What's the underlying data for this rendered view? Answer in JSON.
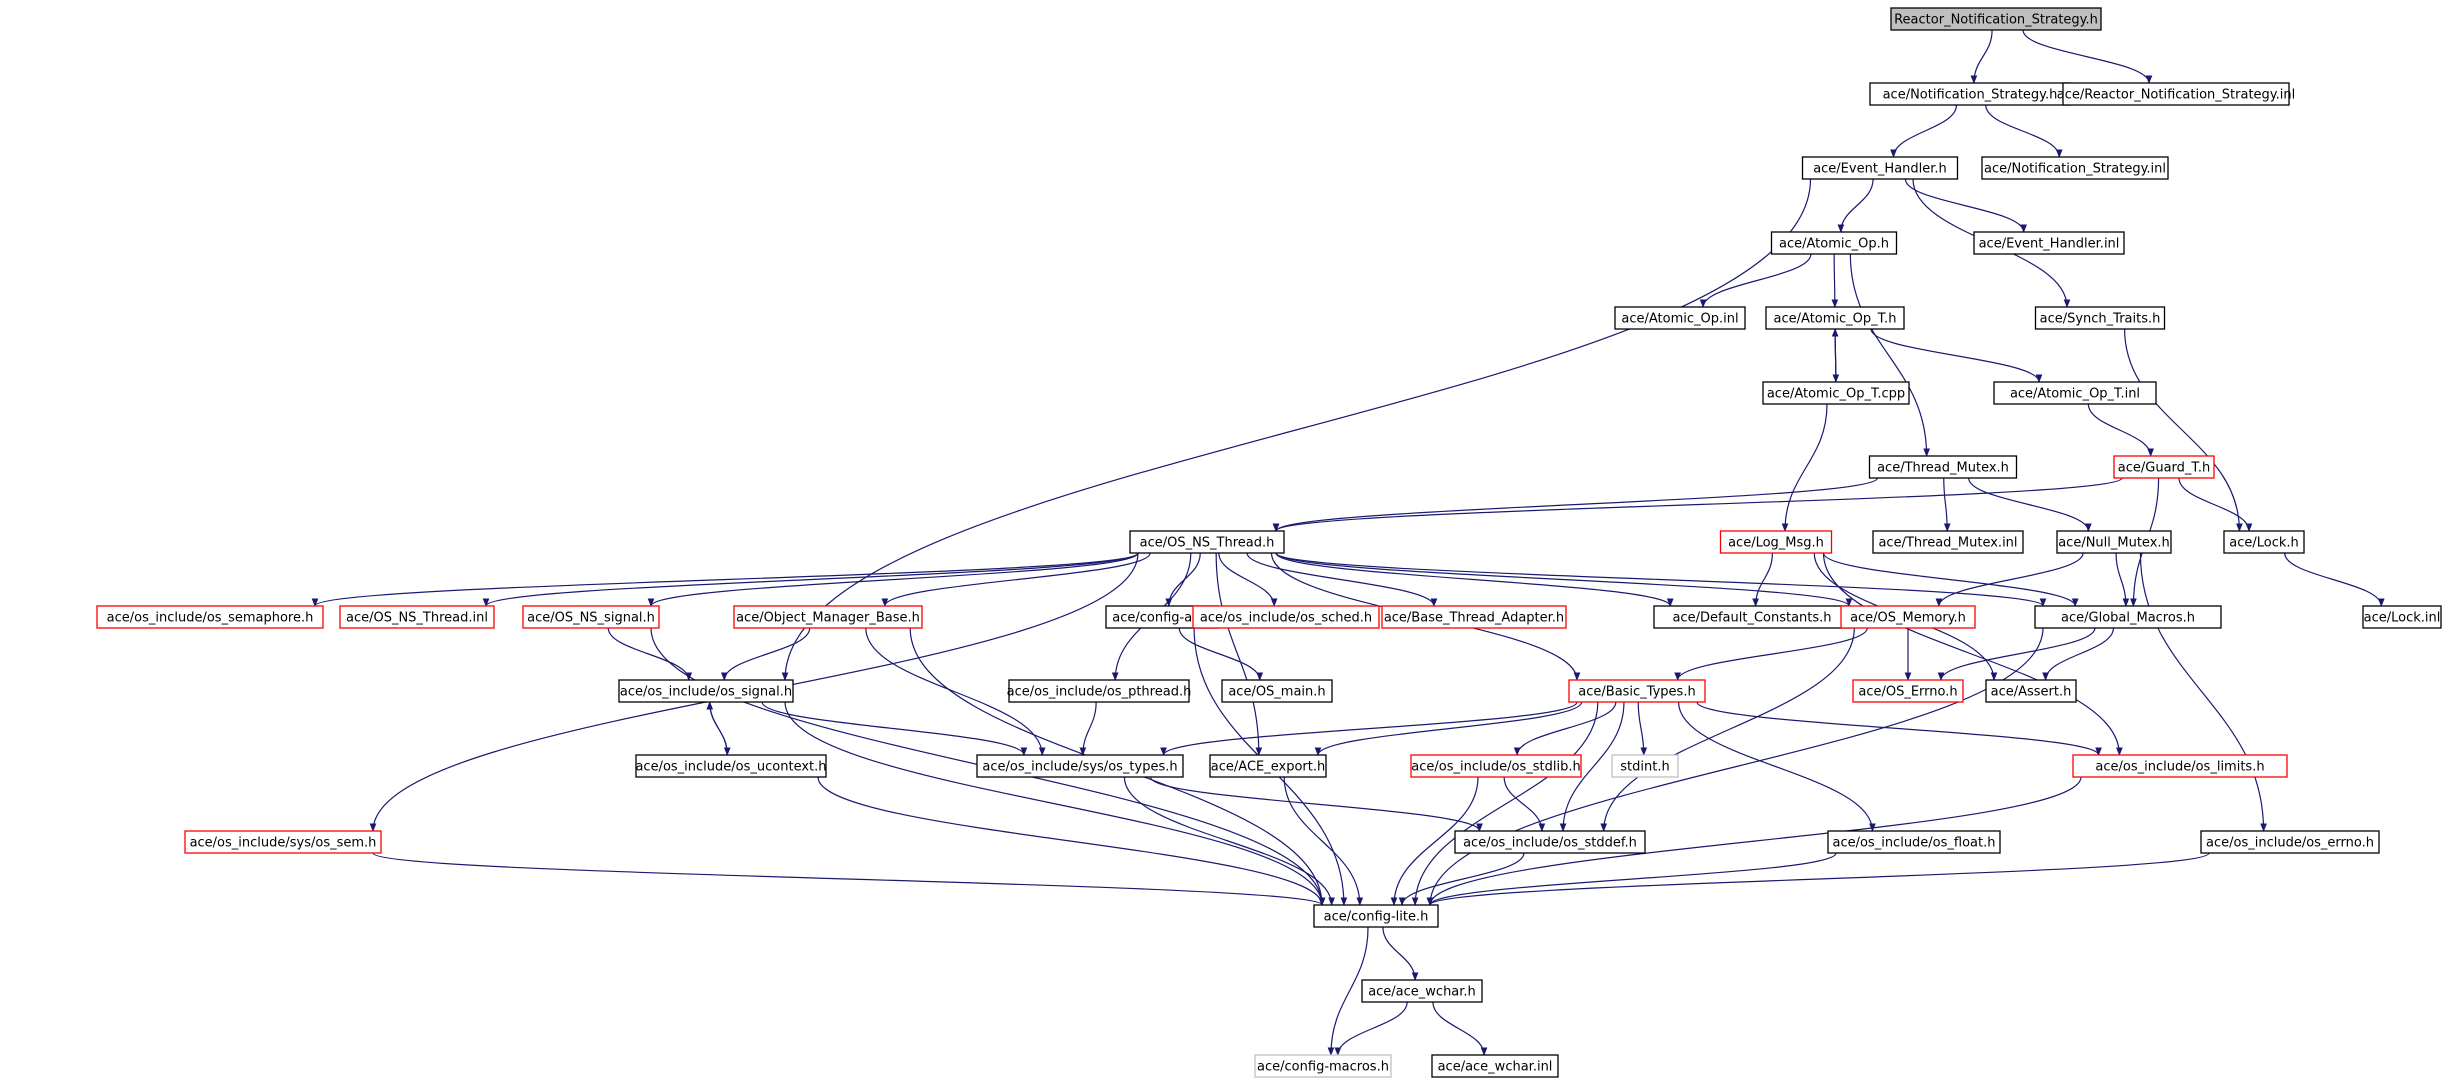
{
  "graph": {
    "title": "",
    "colors": {
      "edge": "#191970",
      "normal_border": "#000000",
      "truncated_border": "#ff0000",
      "external_border": "#bfbfbf",
      "root_fill": "#bfbfbf",
      "background": "#ffffff"
    },
    "nodes": [
      {
        "id": "root",
        "label": "Reactor_Notification_Strategy.h",
        "style": "root"
      },
      {
        "id": "ns_h",
        "label": "ace/Notification_Strategy.h",
        "style": "normal"
      },
      {
        "id": "rns_inl",
        "label": "ace/Reactor_Notification_Strategy.inl",
        "style": "normal"
      },
      {
        "id": "eh_h",
        "label": "ace/Event_Handler.h",
        "style": "normal"
      },
      {
        "id": "ns_inl",
        "label": "ace/Notification_Strategy.inl",
        "style": "normal"
      },
      {
        "id": "ao_h",
        "label": "ace/Atomic_Op.h",
        "style": "normal"
      },
      {
        "id": "eh_inl",
        "label": "ace/Event_Handler.inl",
        "style": "normal"
      },
      {
        "id": "ao_inl",
        "label": "ace/Atomic_Op.inl",
        "style": "normal"
      },
      {
        "id": "aot_h",
        "label": "ace/Atomic_Op_T.h",
        "style": "normal"
      },
      {
        "id": "st_h",
        "label": "ace/Synch_Traits.h",
        "style": "normal"
      },
      {
        "id": "aot_cpp",
        "label": "ace/Atomic_Op_T.cpp",
        "style": "normal"
      },
      {
        "id": "aot_inl",
        "label": "ace/Atomic_Op_T.inl",
        "style": "normal"
      },
      {
        "id": "tm_h",
        "label": "ace/Thread_Mutex.h",
        "style": "normal"
      },
      {
        "id": "guard",
        "label": "ace/Guard_T.h",
        "style": "truncated"
      },
      {
        "id": "nsthread",
        "label": "ace/OS_NS_Thread.h",
        "style": "normal"
      },
      {
        "id": "logmsg",
        "label": "ace/Log_Msg.h",
        "style": "truncated"
      },
      {
        "id": "tm_inl",
        "label": "ace/Thread_Mutex.inl",
        "style": "normal"
      },
      {
        "id": "nm_h",
        "label": "ace/Null_Mutex.h",
        "style": "normal"
      },
      {
        "id": "lock_h",
        "label": "ace/Lock.h",
        "style": "normal"
      },
      {
        "id": "lock_inl",
        "label": "ace/Lock.inl",
        "style": "normal"
      },
      {
        "id": "os_sem",
        "label": "ace/os_include/os_semaphore.h",
        "style": "truncated"
      },
      {
        "id": "nst_inl",
        "label": "ace/OS_NS_Thread.inl",
        "style": "truncated"
      },
      {
        "id": "nssig",
        "label": "ace/OS_NS_signal.h",
        "style": "truncated"
      },
      {
        "id": "omb",
        "label": "ace/Object_Manager_Base.h",
        "style": "truncated"
      },
      {
        "id": "cfgall",
        "label": "ace/config-all.h",
        "style": "normal"
      },
      {
        "id": "os_sched",
        "label": "ace/os_include/os_sched.h",
        "style": "truncated"
      },
      {
        "id": "bta",
        "label": "ace/Base_Thread_Adapter.h",
        "style": "truncated"
      },
      {
        "id": "defc",
        "label": "ace/Default_Constants.h",
        "style": "normal"
      },
      {
        "id": "osmem",
        "label": "ace/OS_Memory.h",
        "style": "truncated"
      },
      {
        "id": "gm",
        "label": "ace/Global_Macros.h",
        "style": "normal"
      },
      {
        "id": "os_signal",
        "label": "ace/os_include/os_signal.h",
        "style": "normal"
      },
      {
        "id": "os_pthread",
        "label": "ace/os_include/os_pthread.h",
        "style": "normal"
      },
      {
        "id": "osmain",
        "label": "ace/OS_main.h",
        "style": "normal"
      },
      {
        "id": "bt",
        "label": "ace/Basic_Types.h",
        "style": "truncated"
      },
      {
        "id": "errno",
        "label": "ace/OS_Errno.h",
        "style": "truncated"
      },
      {
        "id": "assert",
        "label": "ace/Assert.h",
        "style": "normal"
      },
      {
        "id": "ucontext",
        "label": "ace/os_include/os_ucontext.h",
        "style": "normal"
      },
      {
        "id": "systypes",
        "label": "ace/os_include/sys/os_types.h",
        "style": "normal"
      },
      {
        "id": "aceexp",
        "label": "ace/ACE_export.h",
        "style": "normal"
      },
      {
        "id": "stdlib",
        "label": "ace/os_include/os_stdlib.h",
        "style": "truncated"
      },
      {
        "id": "stdint",
        "label": "stdint.h",
        "style": "external"
      },
      {
        "id": "limits",
        "label": "ace/os_include/os_limits.h",
        "style": "truncated"
      },
      {
        "id": "syssem",
        "label": "ace/os_include/sys/os_sem.h",
        "style": "truncated"
      },
      {
        "id": "stddef",
        "label": "ace/os_include/os_stddef.h",
        "style": "normal"
      },
      {
        "id": "float",
        "label": "ace/os_include/os_float.h",
        "style": "normal"
      },
      {
        "id": "oserrno",
        "label": "ace/os_include/os_errno.h",
        "style": "normal"
      },
      {
        "id": "cfglite",
        "label": "ace/config-lite.h",
        "style": "normal"
      },
      {
        "id": "wchar_h",
        "label": "ace/ace_wchar.h",
        "style": "normal"
      },
      {
        "id": "cfgmac",
        "label": "ace/config-macros.h",
        "style": "external"
      },
      {
        "id": "wchar_inl",
        "label": "ace/ace_wchar.inl",
        "style": "normal"
      }
    ],
    "edges": [
      [
        "root",
        "ns_h"
      ],
      [
        "root",
        "rns_inl"
      ],
      [
        "ns_h",
        "eh_h"
      ],
      [
        "ns_h",
        "ns_inl"
      ],
      [
        "eh_h",
        "ao_h"
      ],
      [
        "eh_h",
        "eh_inl"
      ],
      [
        "eh_h",
        "st_h"
      ],
      [
        "eh_h",
        "os_signal"
      ],
      [
        "ao_h",
        "ao_inl"
      ],
      [
        "ao_h",
        "aot_h"
      ],
      [
        "ao_h",
        "tm_h"
      ],
      [
        "aot_h",
        "aot_cpp"
      ],
      [
        "aot_cpp",
        "aot_h"
      ],
      [
        "aot_h",
        "aot_inl"
      ],
      [
        "aot_cpp",
        "logmsg"
      ],
      [
        "aot_inl",
        "guard"
      ],
      [
        "st_h",
        "lock_h"
      ],
      [
        "tm_h",
        "nsthread"
      ],
      [
        "tm_h",
        "tm_inl"
      ],
      [
        "tm_h",
        "nm_h"
      ],
      [
        "guard",
        "lock_h"
      ],
      [
        "guard",
        "gm"
      ],
      [
        "guard",
        "nsthread"
      ],
      [
        "lock_h",
        "lock_inl"
      ],
      [
        "nm_h",
        "gm"
      ],
      [
        "nm_h",
        "osmem"
      ],
      [
        "nm_h",
        "oserrno"
      ],
      [
        "logmsg",
        "defc"
      ],
      [
        "logmsg",
        "gm"
      ],
      [
        "logmsg",
        "assert"
      ],
      [
        "logmsg",
        "limits"
      ],
      [
        "nsthread",
        "os_sem"
      ],
      [
        "nsthread",
        "nst_inl"
      ],
      [
        "nsthread",
        "nssig"
      ],
      [
        "nsthread",
        "omb"
      ],
      [
        "nsthread",
        "cfgall"
      ],
      [
        "nsthread",
        "os_sched"
      ],
      [
        "nsthread",
        "bta"
      ],
      [
        "nsthread",
        "defc"
      ],
      [
        "nsthread",
        "osmem"
      ],
      [
        "nsthread",
        "gm"
      ],
      [
        "nsthread",
        "bt"
      ],
      [
        "nsthread",
        "syssem"
      ],
      [
        "nsthread",
        "os_pthread"
      ],
      [
        "nsthread",
        "aceexp"
      ],
      [
        "nssig",
        "os_signal"
      ],
      [
        "nssig",
        "cfglite"
      ],
      [
        "omb",
        "os_signal"
      ],
      [
        "omb",
        "systypes"
      ],
      [
        "omb",
        "cfglite"
      ],
      [
        "cfgall",
        "osmain"
      ],
      [
        "cfgall",
        "cfglite"
      ],
      [
        "osmem",
        "bt"
      ],
      [
        "osmem",
        "errno"
      ],
      [
        "osmem",
        "stddef"
      ],
      [
        "gm",
        "errno"
      ],
      [
        "gm",
        "assert"
      ],
      [
        "gm",
        "cfglite"
      ],
      [
        "os_signal",
        "ucontext"
      ],
      [
        "ucontext",
        "os_signal"
      ],
      [
        "os_signal",
        "systypes"
      ],
      [
        "os_signal",
        "cfglite"
      ],
      [
        "os_pthread",
        "systypes"
      ],
      [
        "bt",
        "systypes"
      ],
      [
        "bt",
        "aceexp"
      ],
      [
        "bt",
        "stdlib"
      ],
      [
        "bt",
        "stdint"
      ],
      [
        "bt",
        "limits"
      ],
      [
        "bt",
        "stddef"
      ],
      [
        "bt",
        "float"
      ],
      [
        "bt",
        "cfglite"
      ],
      [
        "ucontext",
        "cfglite"
      ],
      [
        "systypes",
        "stddef"
      ],
      [
        "systypes",
        "cfglite"
      ],
      [
        "aceexp",
        "cfglite"
      ],
      [
        "stdlib",
        "stddef"
      ],
      [
        "stdlib",
        "cfglite"
      ],
      [
        "limits",
        "cfglite"
      ],
      [
        "syssem",
        "cfglite"
      ],
      [
        "stddef",
        "cfglite"
      ],
      [
        "float",
        "cfglite"
      ],
      [
        "oserrno",
        "cfglite"
      ],
      [
        "cfglite",
        "wchar_h"
      ],
      [
        "cfglite",
        "cfgmac"
      ],
      [
        "wchar_h",
        "cfgmac"
      ],
      [
        "wchar_h",
        "wchar_inl"
      ]
    ]
  }
}
